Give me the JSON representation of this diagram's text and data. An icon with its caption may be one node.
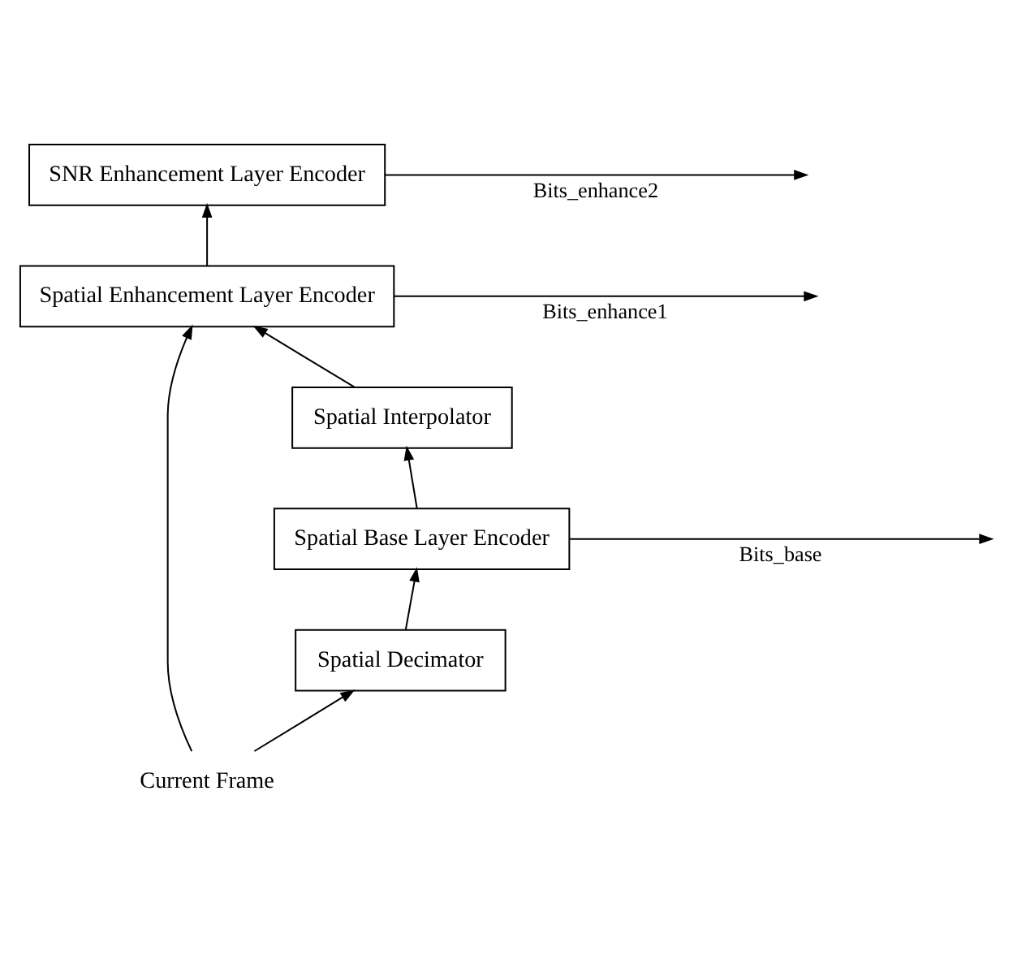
{
  "diagram": {
    "nodes": [
      {
        "text": [
          "SNR Enhancement Layer Encoder"
        ]
      },
      {
        "text": [
          "Current Frame"
        ]
      },
      {
        "text": [
          "Spatial Enhancement Layer Encoder"
        ]
      },
      {
        "text": [
          "Spatial Decimator"
        ]
      },
      {
        "text": [
          "Spatial Interpolator"
        ]
      },
      {
        "text": [
          "Spatial Base Layer Encoder"
        ]
      }
    ],
    "edges": [
      {
        "from": 0,
        "to": null,
        "arrow": "to",
        "label": "Bits_enhance2"
      },
      {
        "from": 2,
        "to": 0,
        "arrow": "to"
      },
      {
        "from": 1,
        "to": 2,
        "arrow": "to"
      },
      {
        "from": 2,
        "to": null,
        "arrow": "to",
        "label": "Bits_enhance1"
      },
      {
        "from": 1,
        "to": 3,
        "arrow": "to"
      },
      {
        "from": 4,
        "to": 2,
        "arrow": "to"
      },
      {
        "from": 3,
        "to": 5,
        "arrow": "to"
      },
      {
        "from": 5,
        "to": 4,
        "arrow": "to"
      },
      {
        "from": 5,
        "to": null,
        "arrow": "to",
        "label": "Bits_base"
      }
    ]
  }
}
